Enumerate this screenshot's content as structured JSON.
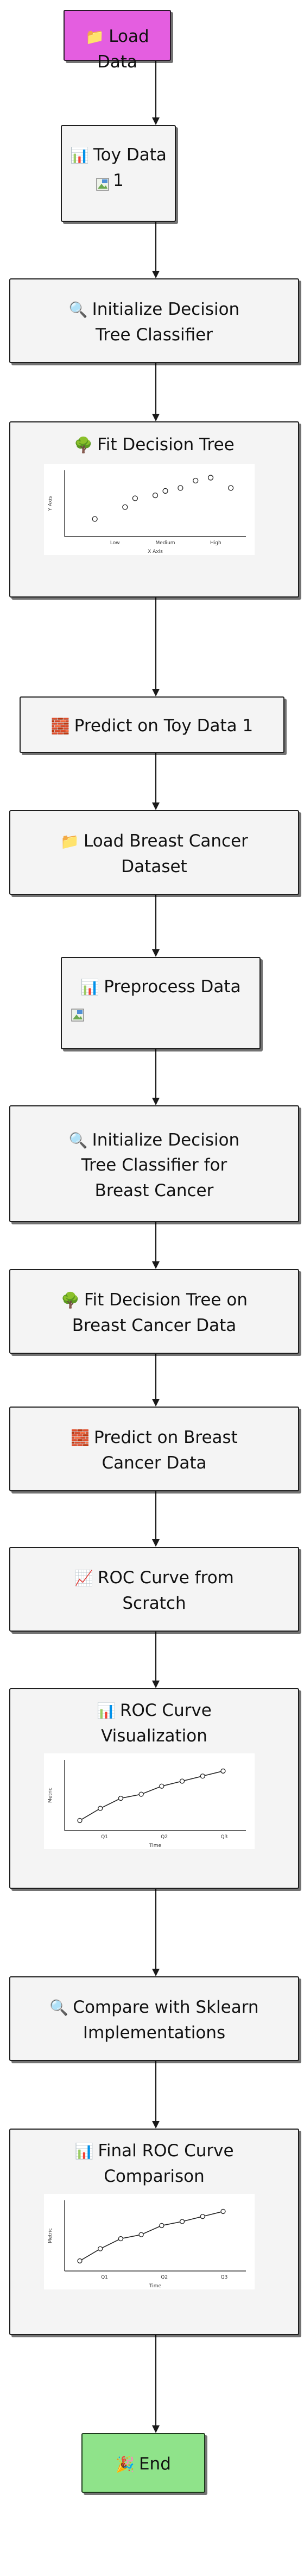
{
  "flowchart": {
    "nodes": [
      {
        "id": "load-data",
        "icon": "📁",
        "icon_name": "folder-icon",
        "label": "Load Data"
      },
      {
        "id": "toy-data",
        "icon": "📊",
        "icon_name": "bar-chart-icon",
        "label": "Toy Data 1"
      },
      {
        "id": "init-dt",
        "icon": "🔍",
        "icon_name": "magnifier-icon",
        "label": "Initialize Decision Tree Classifier"
      },
      {
        "id": "fit-dt",
        "icon": "🌳",
        "icon_name": "tree-icon",
        "label": "Fit Decision Tree"
      },
      {
        "id": "predict-toy",
        "icon": "🧱",
        "icon_name": "brick-icon",
        "label": "Predict on Toy Data 1"
      },
      {
        "id": "load-bc",
        "icon": "📁",
        "icon_name": "folder-icon",
        "label": "Load Breast Cancer Dataset"
      },
      {
        "id": "preprocess",
        "icon": "📊",
        "icon_name": "bar-chart-icon",
        "label": "Preprocess Data"
      },
      {
        "id": "init-dt-bc",
        "icon": "🔍",
        "icon_name": "magnifier-icon",
        "label": "Initialize Decision Tree Classifier for Breast Cancer"
      },
      {
        "id": "fit-dt-bc",
        "icon": "🌳",
        "icon_name": "tree-icon",
        "label": "Fit Decision Tree on Breast Cancer Data"
      },
      {
        "id": "predict-bc",
        "icon": "🧱",
        "icon_name": "brick-icon",
        "label": "Predict on Breast Cancer Data"
      },
      {
        "id": "roc-scratch",
        "icon": "📈",
        "icon_name": "line-chart-icon",
        "label": "ROC Curve from Scratch"
      },
      {
        "id": "roc-viz",
        "icon": "📊",
        "icon_name": "bar-chart-icon",
        "label": "ROC Curve Visualization"
      },
      {
        "id": "compare",
        "icon": "🔍",
        "icon_name": "magnifier-icon",
        "label": "Compare with Sklearn Implementations"
      },
      {
        "id": "final-roc",
        "icon": "📊",
        "icon_name": "bar-chart-icon",
        "label": "Final ROC Curve Comparison"
      },
      {
        "id": "end",
        "icon": "🎉",
        "icon_name": "party-popper-icon",
        "label": "End"
      }
    ]
  },
  "chart_data": [
    {
      "type": "scatter",
      "node": "fit-dt",
      "xlabel": "X Axis",
      "ylabel": "Y Axis",
      "categories": [
        "Low",
        "Medium",
        "High"
      ],
      "x": [
        0.6,
        1.2,
        1.8,
        1.4,
        2.3,
        2.0,
        2.6,
        2.9,
        3.3
      ],
      "y": [
        1.2,
        2.0,
        2.8,
        2.6,
        3.3,
        3.1,
        3.8,
        4.0,
        3.3
      ],
      "xlim": [
        0,
        3.6
      ],
      "ylim": [
        0,
        4.5
      ],
      "grid": false
    },
    {
      "type": "line",
      "node": "roc-viz",
      "xlabel": "Time",
      "ylabel": "Metric",
      "categories": [
        "",
        "Q1",
        "",
        "Q2",
        "",
        "Q3"
      ],
      "values": [
        1.0,
        2.2,
        3.2,
        3.6,
        4.4,
        4.9,
        5.4,
        5.9
      ],
      "ylim": [
        0,
        7
      ],
      "grid": false
    },
    {
      "type": "line",
      "node": "final-roc",
      "xlabel": "Time",
      "ylabel": "Metric",
      "categories": [
        "",
        "Q1",
        "",
        "Q2",
        "",
        "Q3"
      ],
      "values": [
        1.0,
        2.2,
        3.2,
        3.6,
        4.5,
        4.9,
        5.4,
        5.9
      ],
      "ylim": [
        0,
        7
      ],
      "grid": false
    }
  ]
}
